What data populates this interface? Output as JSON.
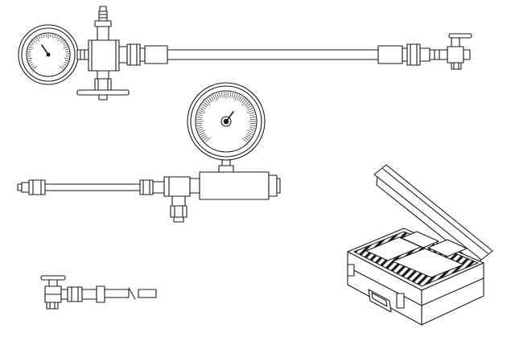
{
  "figure": {
    "description_visible_text": "",
    "components": [
      {
        "id": "gauge-hose-assembly",
        "icon": "pressure-gauge-with-hose-and-valve"
      },
      {
        "id": "gauge-tee-assembly",
        "icon": "pressure-gauge-on-tee-with-hose"
      },
      {
        "id": "small-valve-adapter",
        "icon": "valve-adapter-with-tube"
      },
      {
        "id": "carry-case",
        "icon": "open-carry-case-with-hatched-foam"
      }
    ],
    "colors": {
      "stroke": "#1a1a1a",
      "fill": "#ffffff"
    }
  }
}
